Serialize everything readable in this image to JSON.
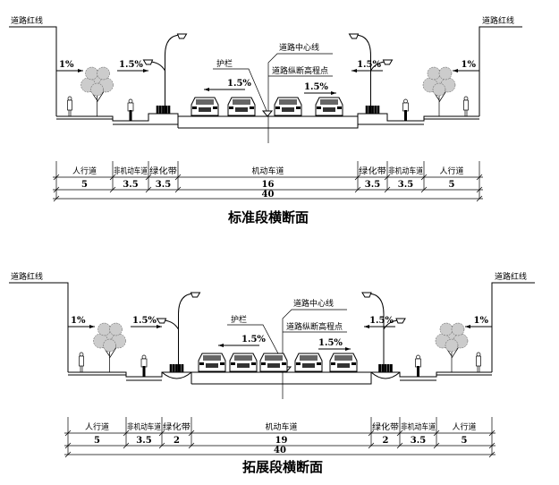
{
  "sections": [
    {
      "title": "标准段横断面",
      "red_line_label": "道路红线",
      "centerline_label": "道路中心线",
      "guardrail_label": "护栏",
      "elevation_point_label": "道路纵断高程点",
      "slopes": {
        "sidewalk": "1%",
        "bike_lane": "1.5%",
        "road_left": "1.5%",
        "road_right": "1.5%"
      },
      "components": [
        {
          "label": "人行道",
          "width": "5"
        },
        {
          "label": "非机动车道",
          "width": "3.5"
        },
        {
          "label": "绿化带",
          "width": "3.5"
        },
        {
          "label": "机动车道",
          "width": "16"
        },
        {
          "label": "绿化带",
          "width": "3.5"
        },
        {
          "label": "非机动车道",
          "width": "3.5"
        },
        {
          "label": "人行道",
          "width": "5"
        }
      ],
      "total_width": "40",
      "cars": 4
    },
    {
      "title": "拓展段横断面",
      "red_line_label": "道路红线",
      "centerline_label": "道路中心线",
      "guardrail_label": "护栏",
      "elevation_point_label": "道路纵断高程点",
      "slopes": {
        "sidewalk": "1%",
        "bike_lane": "1.5%",
        "road_left": "1.5%",
        "road_right": "1.5%"
      },
      "components": [
        {
          "label": "人行道",
          "width": "5"
        },
        {
          "label": "非机动车道",
          "width": "3.5"
        },
        {
          "label": "绿化带",
          "width": "2"
        },
        {
          "label": "机动车道",
          "width": "19"
        },
        {
          "label": "绿化带",
          "width": "2"
        },
        {
          "label": "非机动车道",
          "width": "3.5"
        },
        {
          "label": "人行道",
          "width": "5"
        }
      ],
      "total_width": "40",
      "cars": 5
    }
  ]
}
